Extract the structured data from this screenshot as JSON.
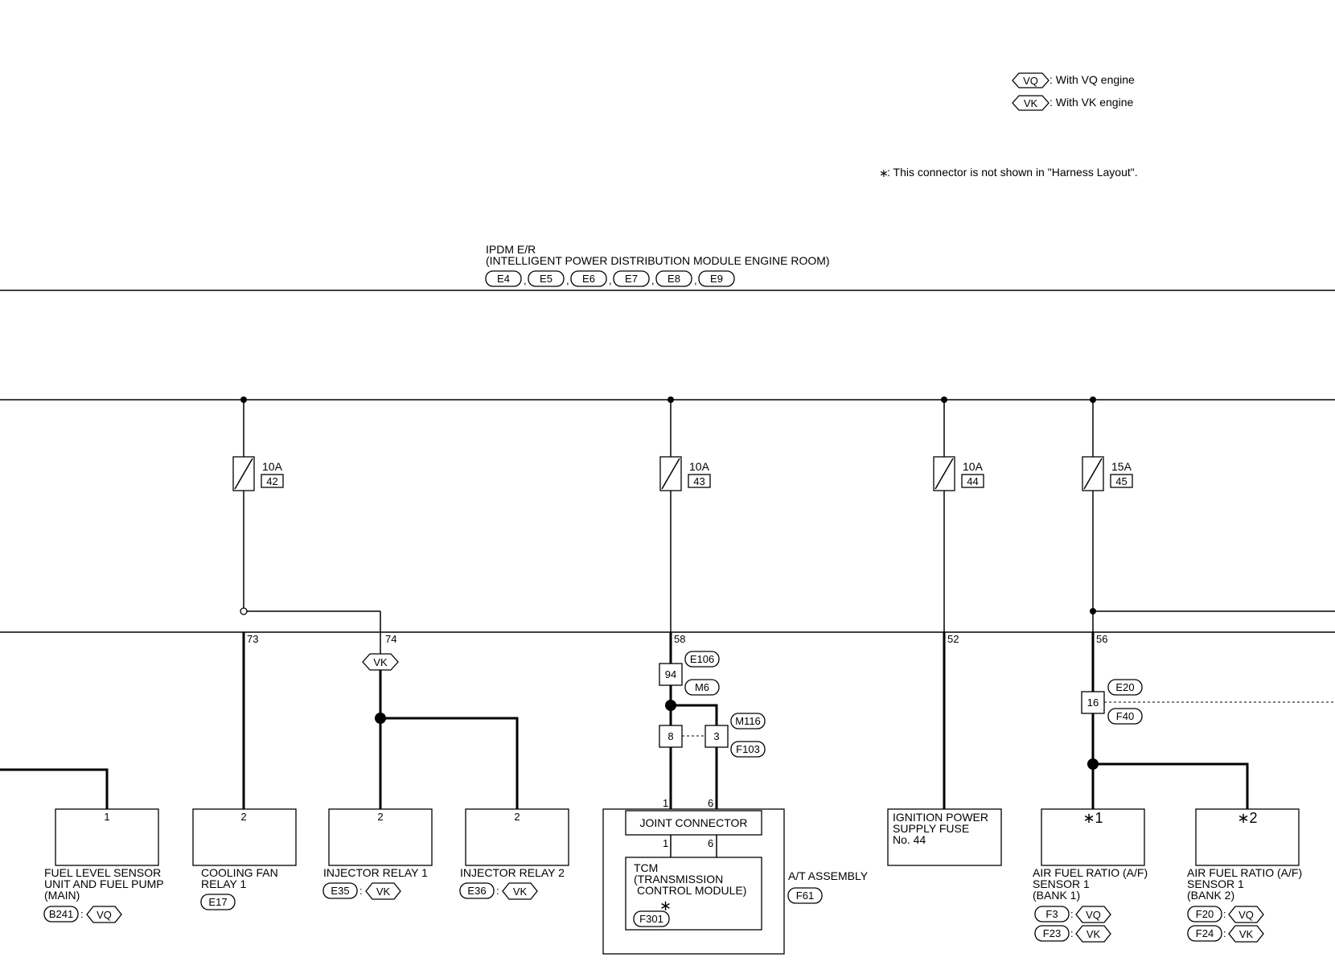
{
  "legend": {
    "vq_tag": "VQ",
    "vq_text": ": With VQ engine",
    "vk_tag": "VK",
    "vk_text": ": With VK engine",
    "note_star": "∗",
    "note_text": ": This connector is not shown in \"Harness Layout\"."
  },
  "ipdm": {
    "line1": "IPDM E/R",
    "line2": "(INTELLIGENT POWER DISTRIBUTION MODULE ENGINE ROOM)",
    "connectors": [
      "E4",
      "E5",
      "E6",
      "E7",
      "E8",
      "E9"
    ]
  },
  "fuses": [
    {
      "rating": "10A",
      "number": "42",
      "terminal": "73"
    },
    {
      "rating": "10A",
      "number": "43",
      "terminal": "58"
    },
    {
      "rating": "10A",
      "number": "44",
      "terminal": "52"
    },
    {
      "rating": "15A",
      "number": "45",
      "terminal": "56"
    }
  ],
  "terminal_74": "74",
  "vk_marker": "VK",
  "connectors": {
    "j94": {
      "pin": "94",
      "top": "E106",
      "bottom": "M6"
    },
    "j8": "8",
    "j3": "3",
    "m116": "M116",
    "f103": "F103",
    "j16": {
      "pin": "16",
      "top": "E20",
      "bottom": "F40"
    }
  },
  "components": [
    {
      "pin": "1",
      "lines": [
        "FUEL LEVEL SENSOR",
        "UNIT AND FUEL PUMP",
        "(MAIN)"
      ],
      "conn": "B241",
      "engine": "VQ"
    },
    {
      "pin": "2",
      "lines": [
        "COOLING FAN",
        "RELAY 1"
      ],
      "conn": "E17"
    },
    {
      "pin": "2",
      "lines": [
        "INJECTOR RELAY 1"
      ],
      "conn": "E35",
      "engine": "VK"
    },
    {
      "pin": "2",
      "lines": [
        "INJECTOR RELAY 2"
      ],
      "conn": "E36",
      "engine": "VK"
    },
    {
      "lines": [
        "IGNITION POWER",
        "SUPPLY FUSE",
        "No. 44"
      ]
    },
    {
      "pin": "∗1",
      "lines": [
        "AIR FUEL RATIO (A/F)",
        "SENSOR 1",
        "(BANK 1)"
      ],
      "conn_vq": "F3",
      "conn_vk": "F23"
    },
    {
      "pin": "∗2",
      "lines": [
        "AIR FUEL RATIO (A/F)",
        "SENSOR 1",
        "(BANK 2)"
      ],
      "conn_vq": "F20",
      "conn_vk": "F24"
    }
  ],
  "at_assembly": {
    "label": "A/T ASSEMBLY",
    "conn": "F61",
    "joint": "JOINT CONNECTOR",
    "pin1": "1",
    "pin6": "6",
    "tcm_lines": [
      "TCM",
      "(TRANSMISSION",
      "CONTROL MODULE)"
    ],
    "tcm_star": "∗",
    "tcm_conn": "F301"
  },
  "sep": ":",
  "comma": ","
}
